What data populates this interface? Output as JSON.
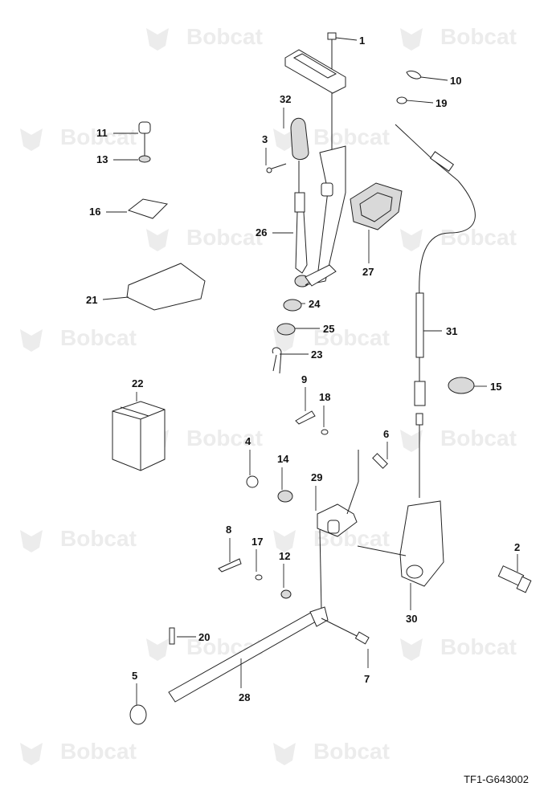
{
  "brand": {
    "watermark_text": "Bobcat",
    "watermark_color": "#ececec"
  },
  "drawing_id": "TF1-G643002",
  "callouts": [
    {
      "id": "c1",
      "label": "1"
    },
    {
      "id": "c2",
      "label": "2"
    },
    {
      "id": "c3",
      "label": "3"
    },
    {
      "id": "c4",
      "label": "4"
    },
    {
      "id": "c5",
      "label": "5"
    },
    {
      "id": "c6",
      "label": "6"
    },
    {
      "id": "c7",
      "label": "7"
    },
    {
      "id": "c8",
      "label": "8"
    },
    {
      "id": "c9",
      "label": "9"
    },
    {
      "id": "c10",
      "label": "10"
    },
    {
      "id": "c11",
      "label": "11"
    },
    {
      "id": "c12",
      "label": "12"
    },
    {
      "id": "c13",
      "label": "13"
    },
    {
      "id": "c14",
      "label": "14"
    },
    {
      "id": "c15",
      "label": "15"
    },
    {
      "id": "c16",
      "label": "16"
    },
    {
      "id": "c17",
      "label": "17"
    },
    {
      "id": "c18",
      "label": "18"
    },
    {
      "id": "c19",
      "label": "19"
    },
    {
      "id": "c20",
      "label": "20"
    },
    {
      "id": "c21",
      "label": "21"
    },
    {
      "id": "c22",
      "label": "22"
    },
    {
      "id": "c23",
      "label": "23"
    },
    {
      "id": "c24",
      "label": "24"
    },
    {
      "id": "c25",
      "label": "25"
    },
    {
      "id": "c26",
      "label": "26"
    },
    {
      "id": "c27",
      "label": "27"
    },
    {
      "id": "c28",
      "label": "28"
    },
    {
      "id": "c29",
      "label": "29"
    },
    {
      "id": "c30",
      "label": "30"
    },
    {
      "id": "c31",
      "label": "31"
    },
    {
      "id": "c32",
      "label": "32"
    }
  ]
}
